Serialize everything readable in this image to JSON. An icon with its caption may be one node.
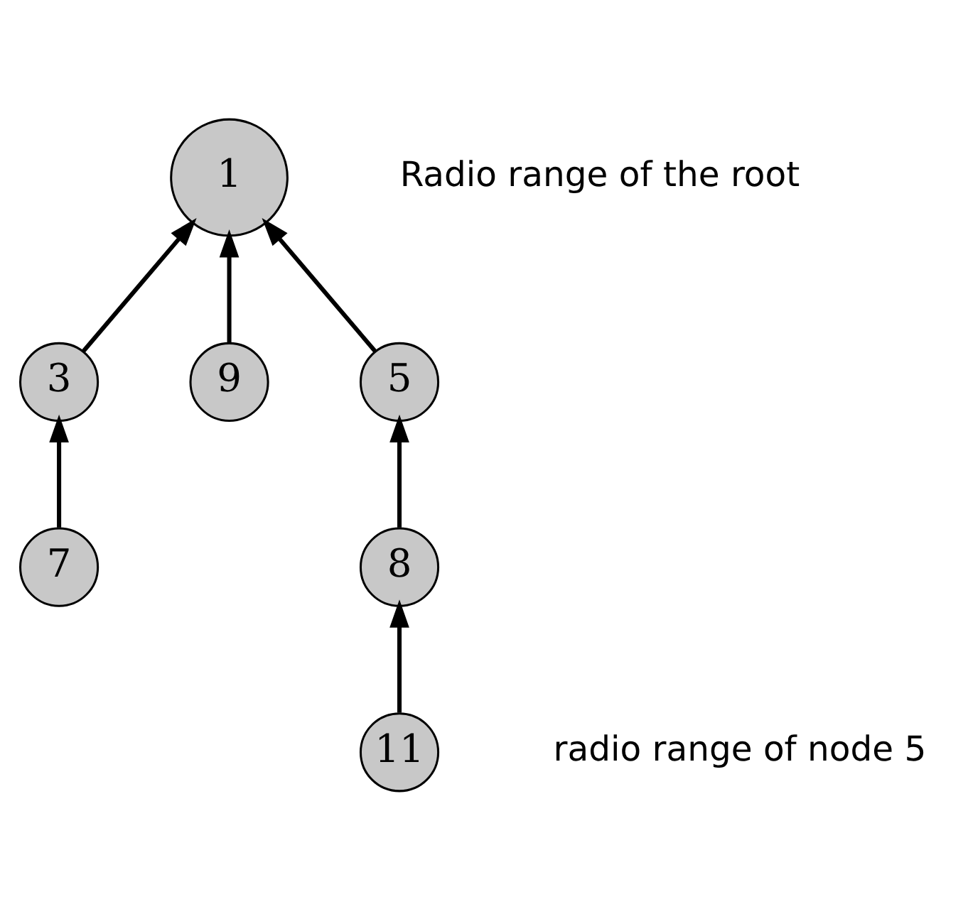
{
  "diagram": {
    "nodes": [
      {
        "text": [
          "1"
        ]
      },
      {
        "text": [
          "3"
        ]
      },
      {
        "text": [
          "9"
        ]
      },
      {
        "text": [
          "5"
        ]
      },
      {
        "text": [
          "7"
        ]
      },
      {
        "text": [
          "8"
        ]
      },
      {
        "text": [
          "11"
        ]
      }
    ],
    "edges": [
      {
        "from": 1,
        "to": 0,
        "arrow": "to"
      },
      {
        "from": 3,
        "to": 0,
        "arrow": "to"
      },
      {
        "from": 2,
        "to": 0,
        "arrow": "to"
      },
      {
        "from": 4,
        "to": 1,
        "arrow": "to"
      },
      {
        "from": 5,
        "to": 3,
        "arrow": "to"
      },
      {
        "from": 6,
        "to": 5,
        "arrow": "to"
      }
    ],
    "labels": [
      "Radio range of the root",
      "radio range of node 5"
    ]
  }
}
